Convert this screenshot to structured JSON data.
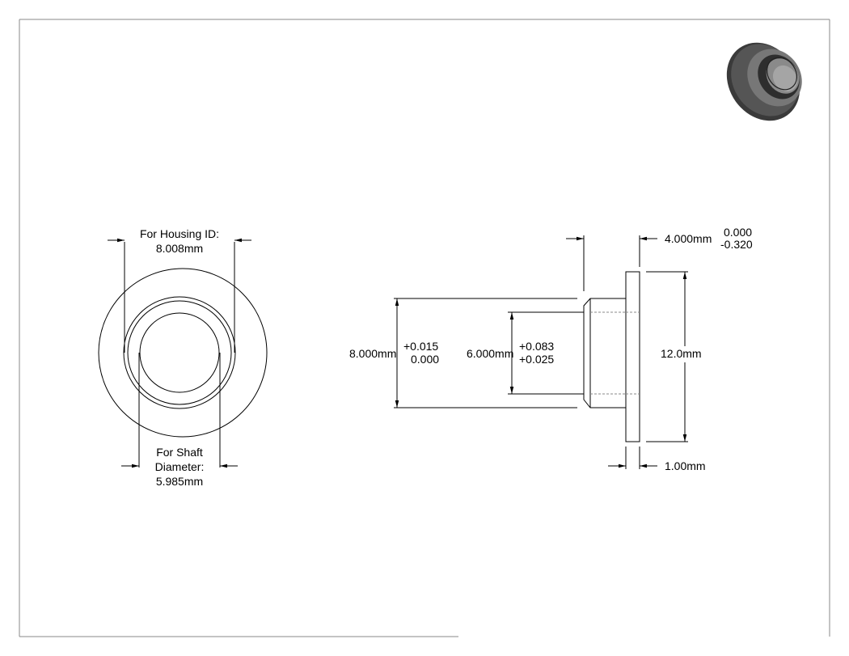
{
  "views": {
    "front": {
      "housing_label": "For Housing ID:",
      "housing_value": "8.008mm",
      "shaft_label_1": "For Shaft",
      "shaft_label_2": "Diameter:",
      "shaft_value": "5.985mm"
    },
    "side": {
      "length_value": "4.000mm",
      "length_tol_upper": "0.000",
      "length_tol_lower": "-0.320",
      "od_value": "8.000mm",
      "od_tol_upper": "+0.015",
      "od_tol_lower": "0.000",
      "id_value": "6.000mm",
      "id_tol_upper": "+0.083",
      "id_tol_lower": "+0.025",
      "flange_od_value": "12.0mm",
      "flange_thickness_value": "1.00mm"
    }
  },
  "colors": {
    "line": "#000000",
    "frame": "#888888",
    "iso_dark": "#3a3a3a",
    "iso_mid": "#6a6a6a",
    "iso_light": "#9a9a9a"
  },
  "icons": {
    "isometric_view": "flanged-sleeve-bearing-3d-icon"
  }
}
